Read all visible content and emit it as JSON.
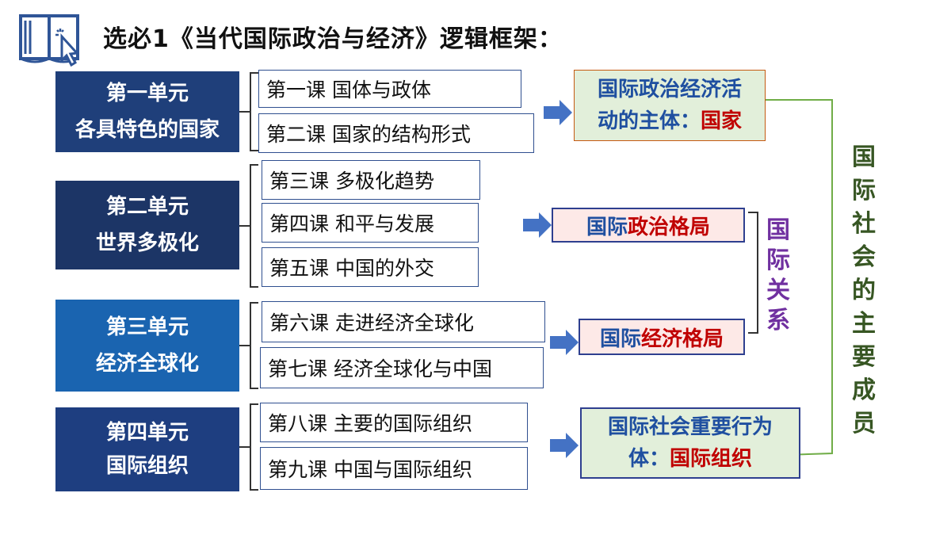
{
  "title": "选必1《当代国际政治与经济》逻辑框架：",
  "units": [
    {
      "line1": "第一单元",
      "line2": "各具特色的国家",
      "color": "#1f3f7a"
    },
    {
      "line1": "第二单元",
      "line2": "世界多极化",
      "color": "#1c3566"
    },
    {
      "line1": "第三单元",
      "line2": "经济全球化",
      "color": "#1a64b0"
    },
    {
      "line1": "第四单元",
      "line2": "国际组织",
      "color": "#1e3e80"
    }
  ],
  "lessons": [
    "第一课 国体与政体",
    "第二课  国家的结构形式",
    "第三课 多极化趋势",
    "第四课  和平与发展",
    "第五课  中国的外交",
    "第六课 走进经济全球化",
    "第七课 经济全球化与中国",
    "第八课 主要的国际组织",
    "第九课 中国与国际组织"
  ],
  "results": {
    "r1": {
      "line1": "国际政治经济活",
      "line2a": "动的主体：",
      "line2b": "国家"
    },
    "r2": {
      "a": "国际",
      "b": "政治格局"
    },
    "r3": {
      "a": "国际",
      "b": "经济格局"
    },
    "r4": {
      "line1": "国际社会重要行为",
      "line2a": "体：",
      "line2b": "国际组织"
    }
  },
  "intl_relations": [
    "国",
    "际",
    "关",
    "系"
  ],
  "intl_society": [
    "国",
    "际",
    "社",
    "会",
    "的",
    "主",
    "要",
    "成",
    "员"
  ],
  "colors": {
    "accent_blue": "#4472c4",
    "red": "#c00000",
    "purple": "#7030a0",
    "green": "#375623",
    "green_box": "#e2efda",
    "pink_box": "#fde9e7"
  }
}
